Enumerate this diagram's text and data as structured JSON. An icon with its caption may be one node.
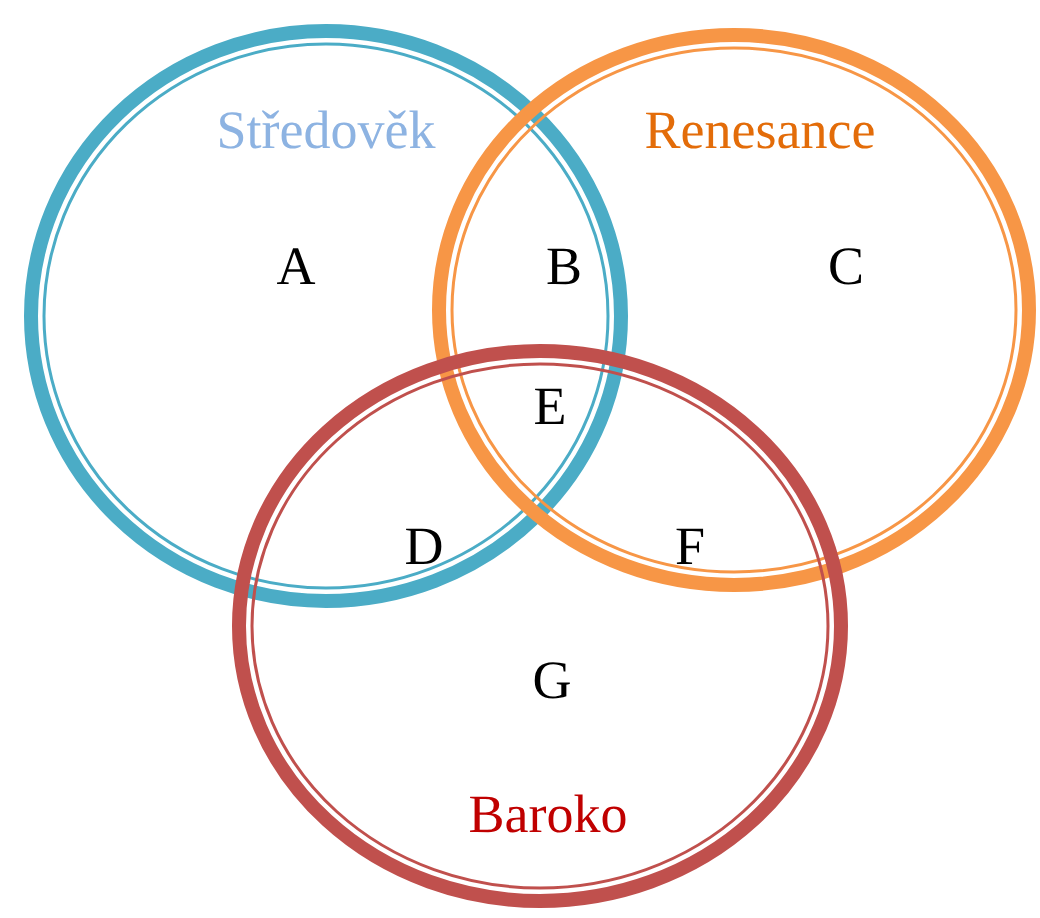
{
  "diagram": {
    "nodes": [
      {
        "text": [
          "Středověk"
        ]
      },
      {
        "text": [
          "Renesance"
        ]
      },
      {
        "text": [
          "Baroko"
        ]
      }
    ],
    "labels": [
      "A",
      "B",
      "C",
      "E",
      "D",
      "F",
      "G"
    ]
  }
}
